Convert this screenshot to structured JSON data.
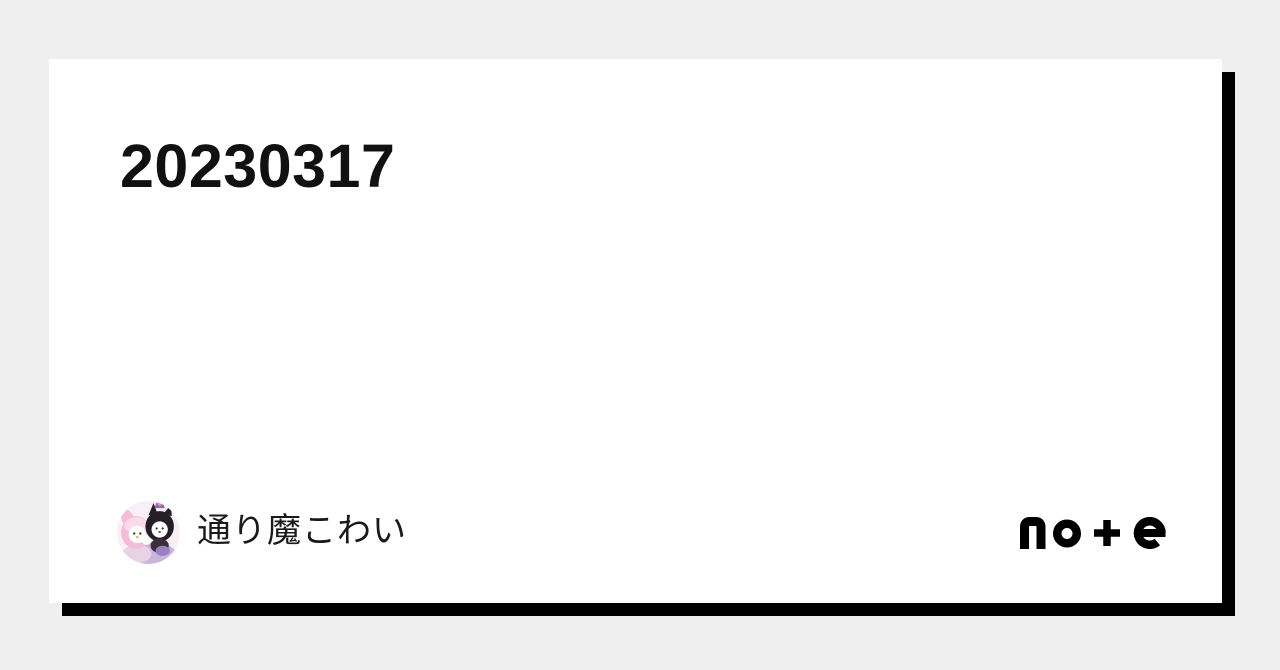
{
  "colors": {
    "background": "#efefef",
    "card": "#ffffff",
    "shadow": "#000000",
    "title_text": "#111111",
    "author_text": "#1a1a1a",
    "logo": "#000000"
  },
  "card": {
    "title": "20230317",
    "author": {
      "name": "通り魔こわい",
      "avatar_icon": "my-melody-kuromi-plush-avatar"
    },
    "brand": {
      "name": "note",
      "logo_text": "no+e"
    }
  }
}
